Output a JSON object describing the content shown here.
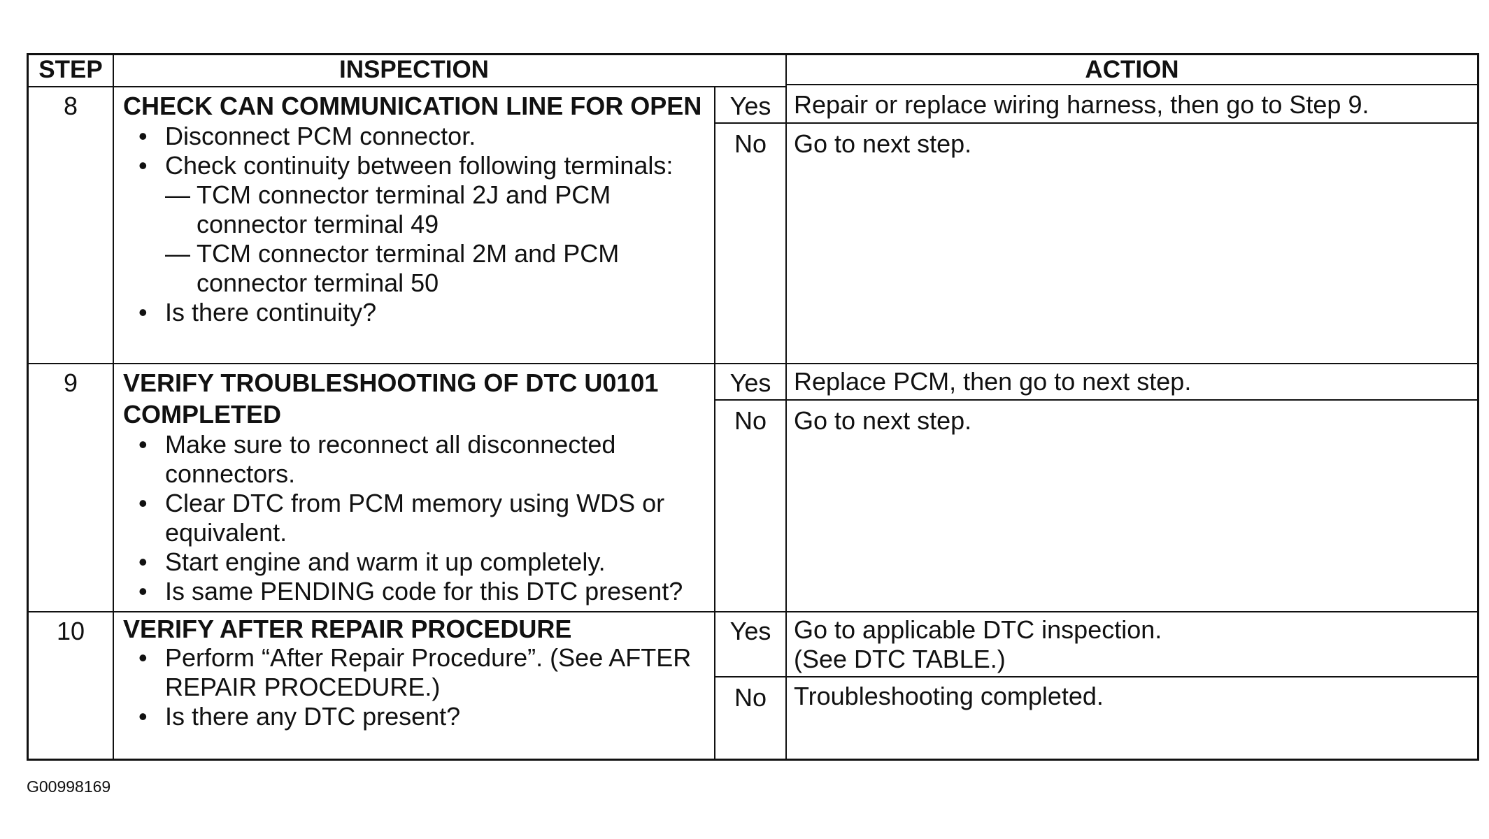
{
  "headers": {
    "step": "STEP",
    "inspection": "INSPECTION",
    "action": "ACTION"
  },
  "rows": [
    {
      "step": "8",
      "title": "CHECK CAN COMMUNICATION LINE FOR OPEN",
      "bullets": [
        "Disconnect PCM connector.",
        "Check continuity between following terminals:"
      ],
      "subitems": [
        "TCM connector terminal 2J and PCM connector terminal 49",
        "TCM connector terminal 2M and PCM connector terminal 50"
      ],
      "final_bullet": "Is there continuity?",
      "yes_label": "Yes",
      "yes_action": "Repair or replace wiring harness, then go to Step 9.",
      "no_label": "No",
      "no_action": "Go to next step."
    },
    {
      "step": "9",
      "title": "VERIFY TROUBLESHOOTING OF DTC U0101 COMPLETED",
      "bullets": [
        "Make sure to reconnect all disconnected connectors.",
        "Clear DTC from PCM memory using WDS or equivalent.",
        "Start engine and warm it up completely.",
        "Is same PENDING code for this DTC present?"
      ],
      "yes_label": "Yes",
      "yes_action": "Replace PCM, then go to next step.",
      "no_label": "No",
      "no_action": "Go to next step."
    },
    {
      "step": "10",
      "title": "VERIFY AFTER REPAIR PROCEDURE",
      "bullets": [
        "Perform “After Repair Procedure”. (See AFTER REPAIR PROCEDURE.)",
        "Is there any DTC present?"
      ],
      "yes_label": "Yes",
      "yes_action_line1": "Go to applicable DTC inspection.",
      "yes_action_line2": "(See DTC TABLE.)",
      "no_label": "No",
      "no_action": "Troubleshooting completed."
    }
  ],
  "figure_id": "G00998169"
}
